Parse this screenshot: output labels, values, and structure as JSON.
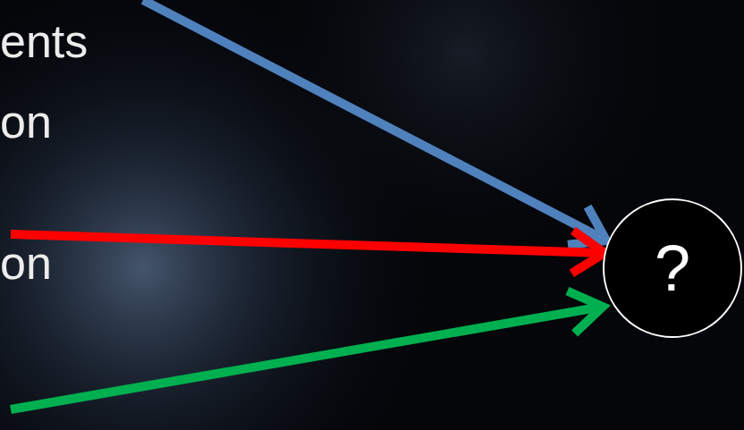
{
  "diagram": {
    "nodes": [
      {
        "text": [
          "?"
        ]
      }
    ],
    "labels": [
      "ents",
      "on",
      "on"
    ]
  }
}
